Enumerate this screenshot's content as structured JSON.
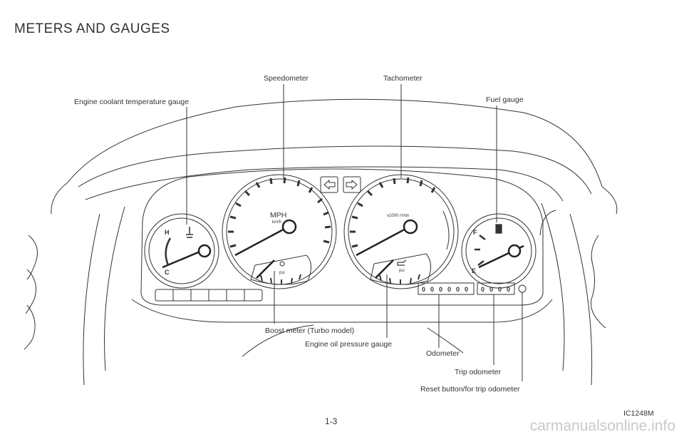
{
  "page": {
    "title": "METERS AND GAUGES",
    "figure_id": "IC1248M",
    "page_number": "1-3",
    "watermark": "carmanualsonline.info"
  },
  "labels": {
    "engine_coolant": "Engine coolant temperature gauge",
    "speedometer": "Speedometer",
    "tachometer": "Tachometer",
    "fuel_gauge": "Fuel gauge",
    "boost_meter": "Boost meter (Turbo model)",
    "oil_pressure": "Engine oil pressure gauge",
    "odometer": "Odometer",
    "trip_odometer": "Trip odometer",
    "reset_button": "Reset button/for trip odometer"
  },
  "dial_text": {
    "mph": "MPH",
    "kmh": "km/h",
    "tach_unit": "x1000 r/min",
    "psi": "psi",
    "temp_hot": "H",
    "temp_cold": "C",
    "fuel_full": "F",
    "fuel_empty": "E"
  },
  "odometer_digits": [
    "0",
    "0",
    "0",
    "0",
    "0",
    "0"
  ],
  "trip_digits": [
    "0",
    "0",
    "0",
    "0"
  ]
}
